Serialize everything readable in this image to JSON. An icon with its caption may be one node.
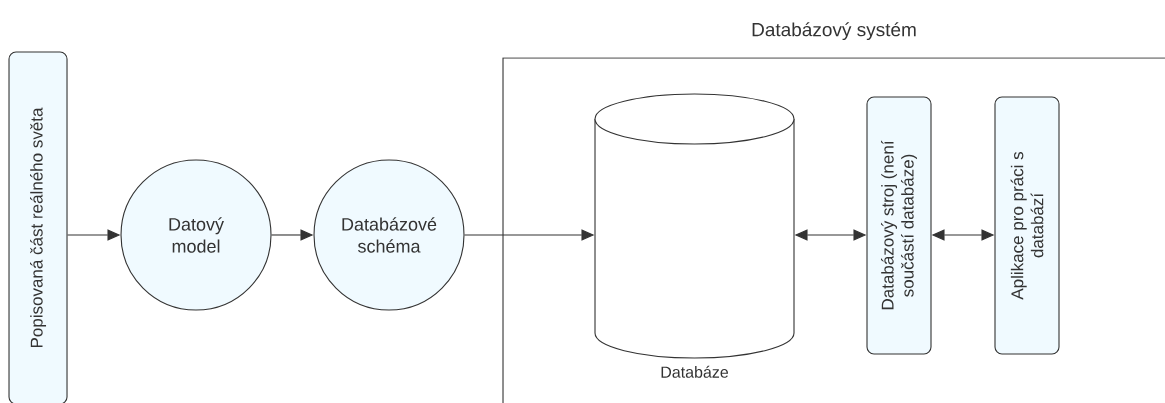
{
  "diagram": {
    "nodes": [
      {
        "text": [
          "Databázový systém"
        ]
      },
      {
        "text": [
          "Popisovaná část reálného světa"
        ]
      },
      {
        "text": [
          "Datový model"
        ]
      },
      {
        "text": [
          "Databázové schéma"
        ]
      },
      {
        "text": [],
        "shape": "cylinder",
        "beside": [
          "Databáze"
        ],
        "in": 0
      },
      {
        "text": [
          "Databázový stroj (není součástí databáze)"
        ],
        "in": 0
      },
      {
        "text": [
          "Aplikace pro práci s databází"
        ],
        "in": 0
      }
    ],
    "edges": [
      {
        "from": 1,
        "to": 2,
        "arrow": "to"
      },
      {
        "from": 2,
        "to": 3,
        "arrow": "to"
      },
      {
        "from": 3,
        "to": 4,
        "arrow": "to"
      },
      {
        "from": 4,
        "to": 5,
        "arrow": "both"
      },
      {
        "from": 5,
        "to": 6,
        "arrow": "both"
      }
    ]
  }
}
